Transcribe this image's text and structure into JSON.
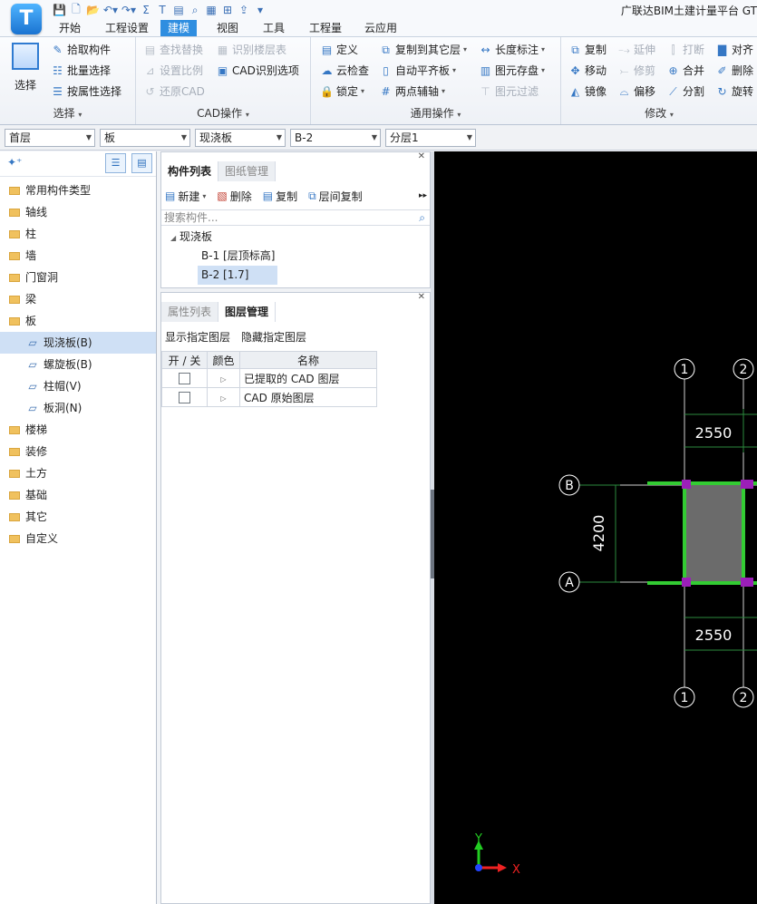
{
  "titlebar": {
    "app_logo_text": "T",
    "app_title": "广联达BIM土建计量平台 GT",
    "quick_access_icons": [
      "save-icon",
      "new-file-icon",
      "open-icon",
      "undo-icon",
      "redo-icon",
      "sum-icon",
      "text-icon",
      "report-icon",
      "find-icon",
      "table-icon",
      "grid-icon",
      "export-icon",
      "dropdown-icon"
    ]
  },
  "menu": {
    "tabs": [
      "开始",
      "工程设置",
      "建模",
      "视图",
      "工具",
      "工程量",
      "云应用"
    ],
    "active": "建模"
  },
  "ribbon": {
    "select_group": {
      "big_button": "选择",
      "items": [
        "拾取构件",
        "批量选择",
        "按属性选择"
      ],
      "label": "选择"
    },
    "cad_group": {
      "items": [
        "查找替换",
        "识别楼层表",
        "设置比例",
        "CAD识别选项",
        "还原CAD"
      ],
      "label": "CAD操作"
    },
    "common_group": {
      "items": [
        "定义",
        "复制到其它层",
        "长度标注",
        "云检查",
        "自动平齐板",
        "图元存盘",
        "锁定",
        "两点辅轴",
        "图元过滤"
      ],
      "label": "通用操作"
    },
    "modify_group": {
      "items": [
        "复制",
        "延伸",
        "打断",
        "对齐",
        "移动",
        "修剪",
        "合并",
        "删除",
        "镜像",
        "偏移",
        "分割",
        "旋转"
      ],
      "label": "修改"
    }
  },
  "selectors": {
    "floor": "首层",
    "category": "板",
    "type": "现浇板",
    "component": "B-2",
    "layer": "分层1"
  },
  "left_tree": {
    "items": [
      {
        "label": "常用构件类型",
        "kind": "folder"
      },
      {
        "label": "轴线",
        "kind": "folder"
      },
      {
        "label": "柱",
        "kind": "folder"
      },
      {
        "label": "墙",
        "kind": "folder"
      },
      {
        "label": "门窗洞",
        "kind": "folder"
      },
      {
        "label": "梁",
        "kind": "folder"
      },
      {
        "label": "板",
        "kind": "folder-open"
      },
      {
        "label": "现浇板(B)",
        "kind": "child",
        "selected": true
      },
      {
        "label": "螺旋板(B)",
        "kind": "child"
      },
      {
        "label": "柱帽(V)",
        "kind": "child"
      },
      {
        "label": "板洞(N)",
        "kind": "child"
      },
      {
        "label": "楼梯",
        "kind": "folder"
      },
      {
        "label": "装修",
        "kind": "folder"
      },
      {
        "label": "土方",
        "kind": "folder"
      },
      {
        "label": "基础",
        "kind": "folder"
      },
      {
        "label": "其它",
        "kind": "folder"
      },
      {
        "label": "自定义",
        "kind": "folder"
      }
    ]
  },
  "component_panel": {
    "tabs": [
      "构件列表",
      "图纸管理"
    ],
    "actions": [
      "新建",
      "删除",
      "复制",
      "层间复制"
    ],
    "search_placeholder": "搜索构件...",
    "tree_root": "现浇板",
    "tree_children": [
      "B-1 [层顶标高]",
      "B-2 [1.7]"
    ],
    "selected_child": "B-2 [1.7]"
  },
  "layer_panel": {
    "tabs": [
      "属性列表",
      "图层管理"
    ],
    "actions": [
      "显示指定图层",
      "隐藏指定图层"
    ],
    "columns": [
      "开 / 关",
      "颜色",
      "名称"
    ],
    "rows": [
      {
        "name": "已提取的 CAD 图层"
      },
      {
        "name": "CAD 原始图层"
      }
    ]
  },
  "cad": {
    "axis_labels_top": [
      "1",
      "2"
    ],
    "axis_labels_bottom": [
      "1",
      "2"
    ],
    "axis_labels_left": [
      "B",
      "A"
    ],
    "dims": {
      "top": "2550",
      "bottom": "2550",
      "left": "4200"
    },
    "ucs": {
      "y": "Y",
      "x": "X"
    },
    "colors": {
      "slab": "#6b6b6b",
      "beam": "#33cc33",
      "column": "#9b1fb8",
      "dim": "#2b8a3e",
      "axis": "#ffffff"
    }
  }
}
